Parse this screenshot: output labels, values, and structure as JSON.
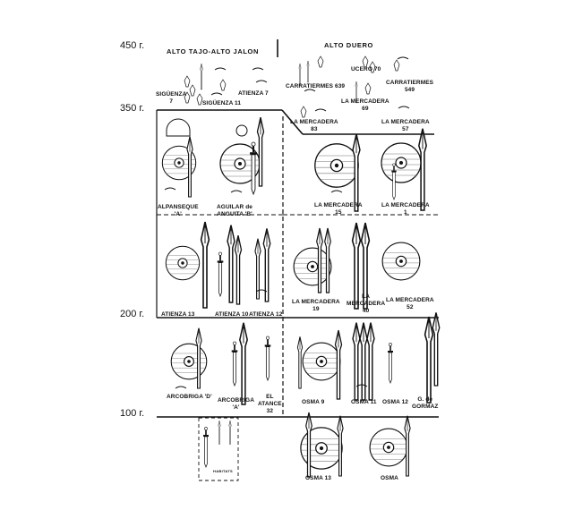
{
  "dates": [
    "450 г.",
    "350 г.",
    "200 г.",
    "100 г."
  ],
  "regions": {
    "left": "ALTO TAJO-ALTO JALON",
    "right": "ALTO DUERO"
  },
  "labels": {
    "siguenza7": [
      "SIGÜENZA",
      "7"
    ],
    "siguenza11": [
      "SIGÜENZA 11"
    ],
    "atienza7": [
      "ATIENZA 7"
    ],
    "carratiermes639": [
      "CARRATIERMES 639"
    ],
    "ucero70": [
      "UCERO 70"
    ],
    "carratiermes549": [
      "CARRATIERMES",
      "549"
    ],
    "mercadera69": [
      "LA MERCADERA",
      "69"
    ],
    "mercadera83": [
      "LA MERCADERA",
      "83"
    ],
    "mercadera57": [
      "LA MERCADERA",
      "57"
    ],
    "alpanseque": [
      "ALPANSEQUE",
      "'A'"
    ],
    "aguilar": [
      "AGUILAR de",
      "ANGUITA 'B'"
    ],
    "mercadera15": [
      "LA MERCADERA",
      "15"
    ],
    "mercadera1": [
      "LA MERCADERA",
      "1"
    ],
    "atienza13": [
      "ATIENZA 13"
    ],
    "atienza10": [
      "ATIENZA 10"
    ],
    "atienza12": [
      "ATIENZA 12"
    ],
    "mercadera19": [
      "LA MERCADERA",
      "19"
    ],
    "mercadera40": [
      "LA",
      "MERCADERA",
      "40"
    ],
    "mercadera52": [
      "LA MERCADERA",
      "52"
    ],
    "arcobrigaD": [
      "ARCOBRIGA 'D'"
    ],
    "arcobrigaA": [
      "ARCOBRIGA",
      "'A'"
    ],
    "atance32": [
      "EL",
      "ATANCE",
      "32"
    ],
    "osma9": [
      "OSMA 9"
    ],
    "osma11": [
      "OSMA 11"
    ],
    "osma12": [
      "OSMA 12"
    ],
    "gormaz": [
      "G. de",
      "GORMAZ"
    ],
    "osma13": [
      "OSMA 13"
    ],
    "osma": [
      "OSMA"
    ]
  },
  "habitats": "HABITATS"
}
